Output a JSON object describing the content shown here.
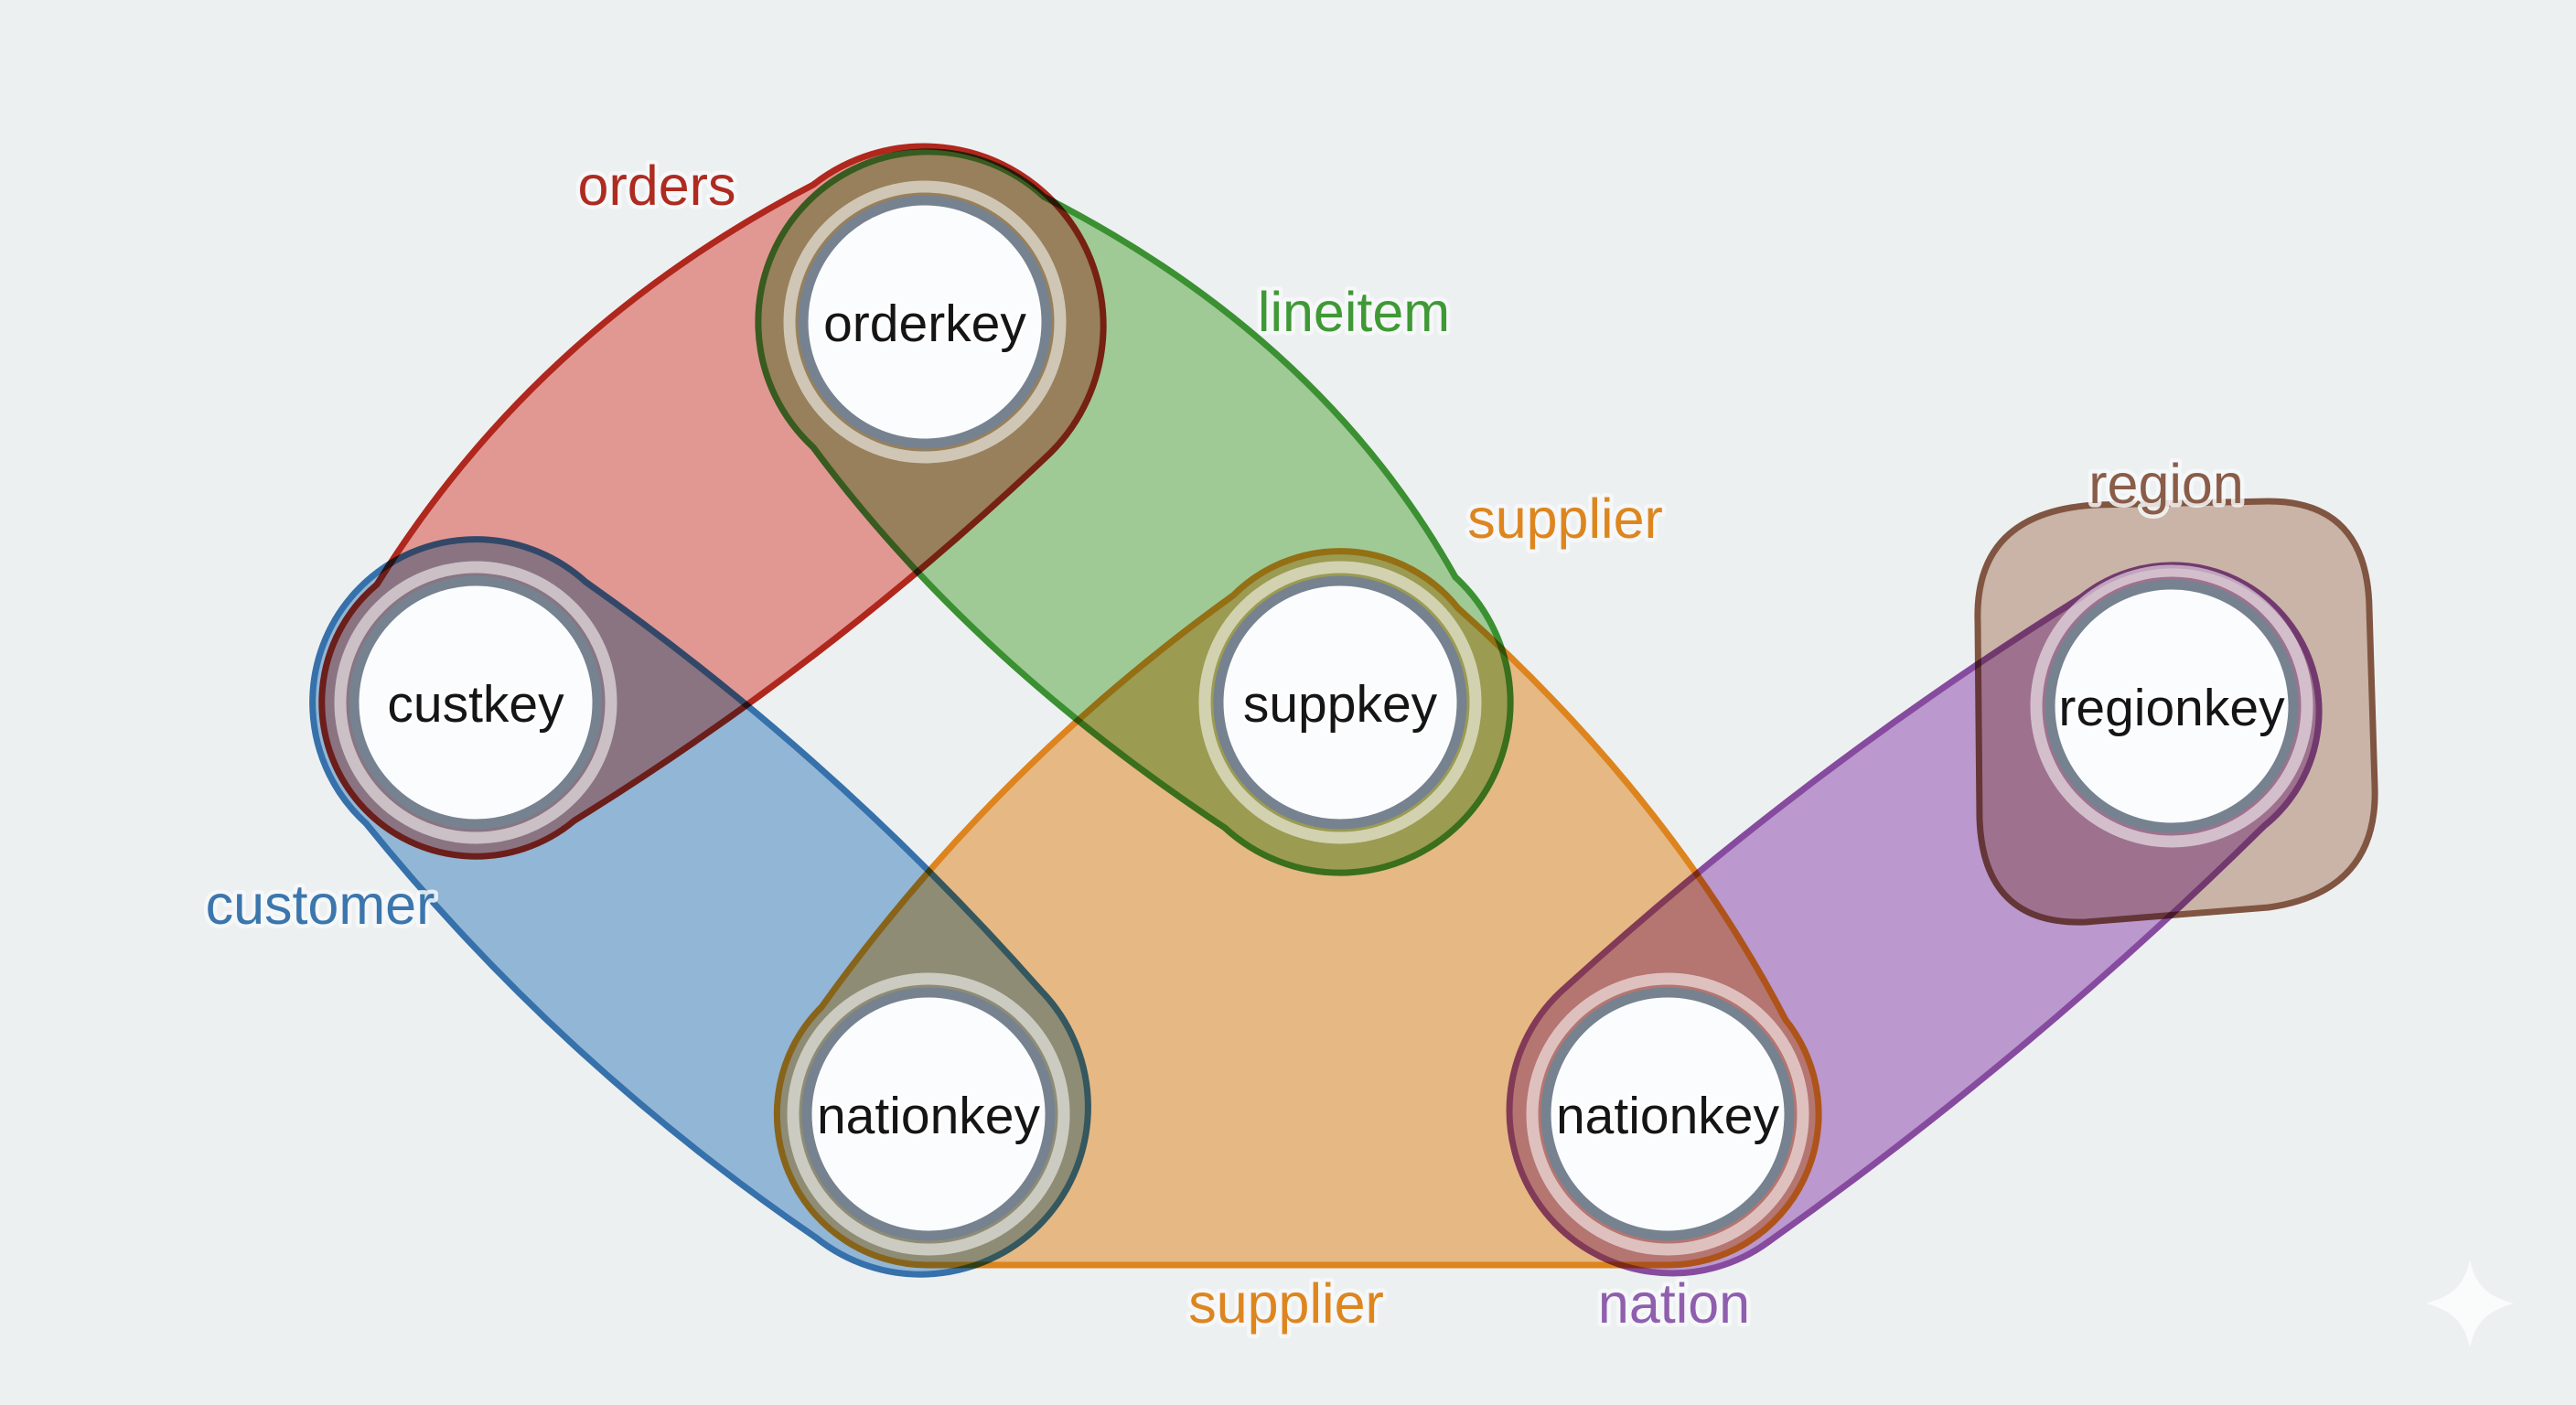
{
  "background": "#edf0f1",
  "node_style": {
    "fill": "#fbfcfd",
    "ring": "#76828f",
    "text_color": "#151515"
  },
  "nodes": {
    "orderkey": {
      "label": "orderkey"
    },
    "custkey": {
      "label": "custkey"
    },
    "suppkey": {
      "label": "suppkey"
    },
    "nationkey_left": {
      "label": "nationkey"
    },
    "nationkey_right": {
      "label": "nationkey"
    },
    "regionkey": {
      "label": "regionkey"
    }
  },
  "edges": {
    "orders": {
      "label": "orders",
      "fill": "#F2A29C",
      "stroke": "#BE291E",
      "label_color": "#AE2B20"
    },
    "lineitem": {
      "label": "lineitem",
      "fill": "#ABD79E",
      "stroke": "#3F9935",
      "label_color": "#3F9935"
    },
    "supplier": {
      "label": "supplier",
      "fill": "#F8C48C",
      "stroke": "#EE8C1F",
      "label_color": "#DD861F"
    },
    "customer": {
      "label": "customer",
      "fill": "#9DC2E2",
      "stroke": "#3A78B5",
      "label_color": "#3B76AD"
    },
    "nation": {
      "label": "nation",
      "fill": "#C9A2DA",
      "stroke": "#9050A8",
      "label_color": "#8F5FAE"
    },
    "region": {
      "label": "region",
      "fill": "#D9C0B1",
      "stroke": "#8A5A44",
      "label_color": "#8A5D49"
    }
  },
  "watermark": {
    "icon": "sparkle-icon",
    "color": "#FBFDFD"
  }
}
